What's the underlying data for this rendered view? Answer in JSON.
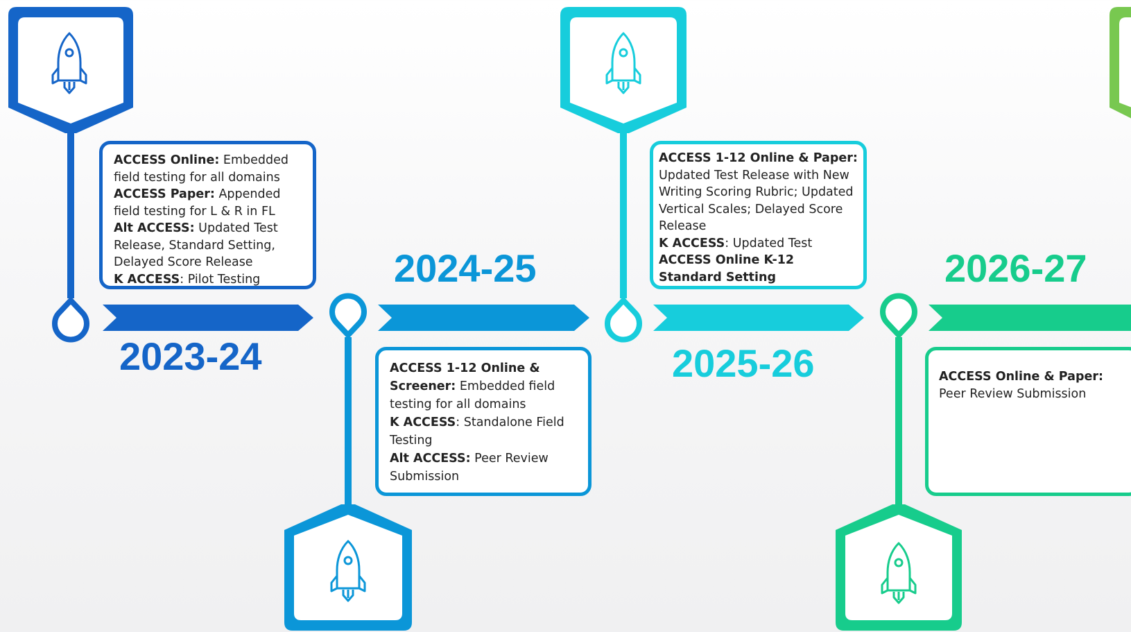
{
  "colors": {
    "y2023": "#1565c8",
    "y2024": "#0b96d8",
    "y2025": "#17cddc",
    "y2026": "#17cc8c",
    "y2027": "#78c850"
  },
  "milestones": [
    {
      "year": "2023-24",
      "icon": "rocket-icon",
      "entries": [
        {
          "bold": "ACCESS Online:",
          "text": " Embedded field testing for all domains"
        },
        {
          "bold": "ACCESS Paper:",
          "text": " Appended field testing for L & R in FL"
        },
        {
          "bold": "Alt ACCESS:",
          "text": " Updated Test Release, Standard Setting, Delayed Score Release"
        },
        {
          "bold": "K ACCESS",
          "text": ": Pilot Testing"
        }
      ]
    },
    {
      "year": "2024-25",
      "icon": "rocket-icon",
      "entries": [
        {
          "bold": "ACCESS 1-12 Online & Screener:",
          "text": " Embedded field testing for all domains"
        },
        {
          "bold": "K ACCESS",
          "text": ": Standalone Field Testing"
        },
        {
          "bold": "Alt ACCESS:",
          "text": " Peer Review Submission"
        }
      ]
    },
    {
      "year": "2025-26",
      "icon": "rocket-icon",
      "entries": [
        {
          "bold": "ACCESS 1-12 Online & Paper:",
          "text": " Updated Test Release with New Writing Scoring Rubric; Updated Vertical Scales; Delayed Score Release"
        },
        {
          "bold": "K ACCESS",
          "text": ": Updated Test"
        },
        {
          "bold": "ACCESS Online K-12 Standard Setting",
          "text": ""
        }
      ]
    },
    {
      "year": "2026-27",
      "icon": "rocket-icon",
      "entries": [
        {
          "bold": "ACCESS Online & Paper:",
          "text": " Peer Review Submission"
        }
      ]
    }
  ]
}
